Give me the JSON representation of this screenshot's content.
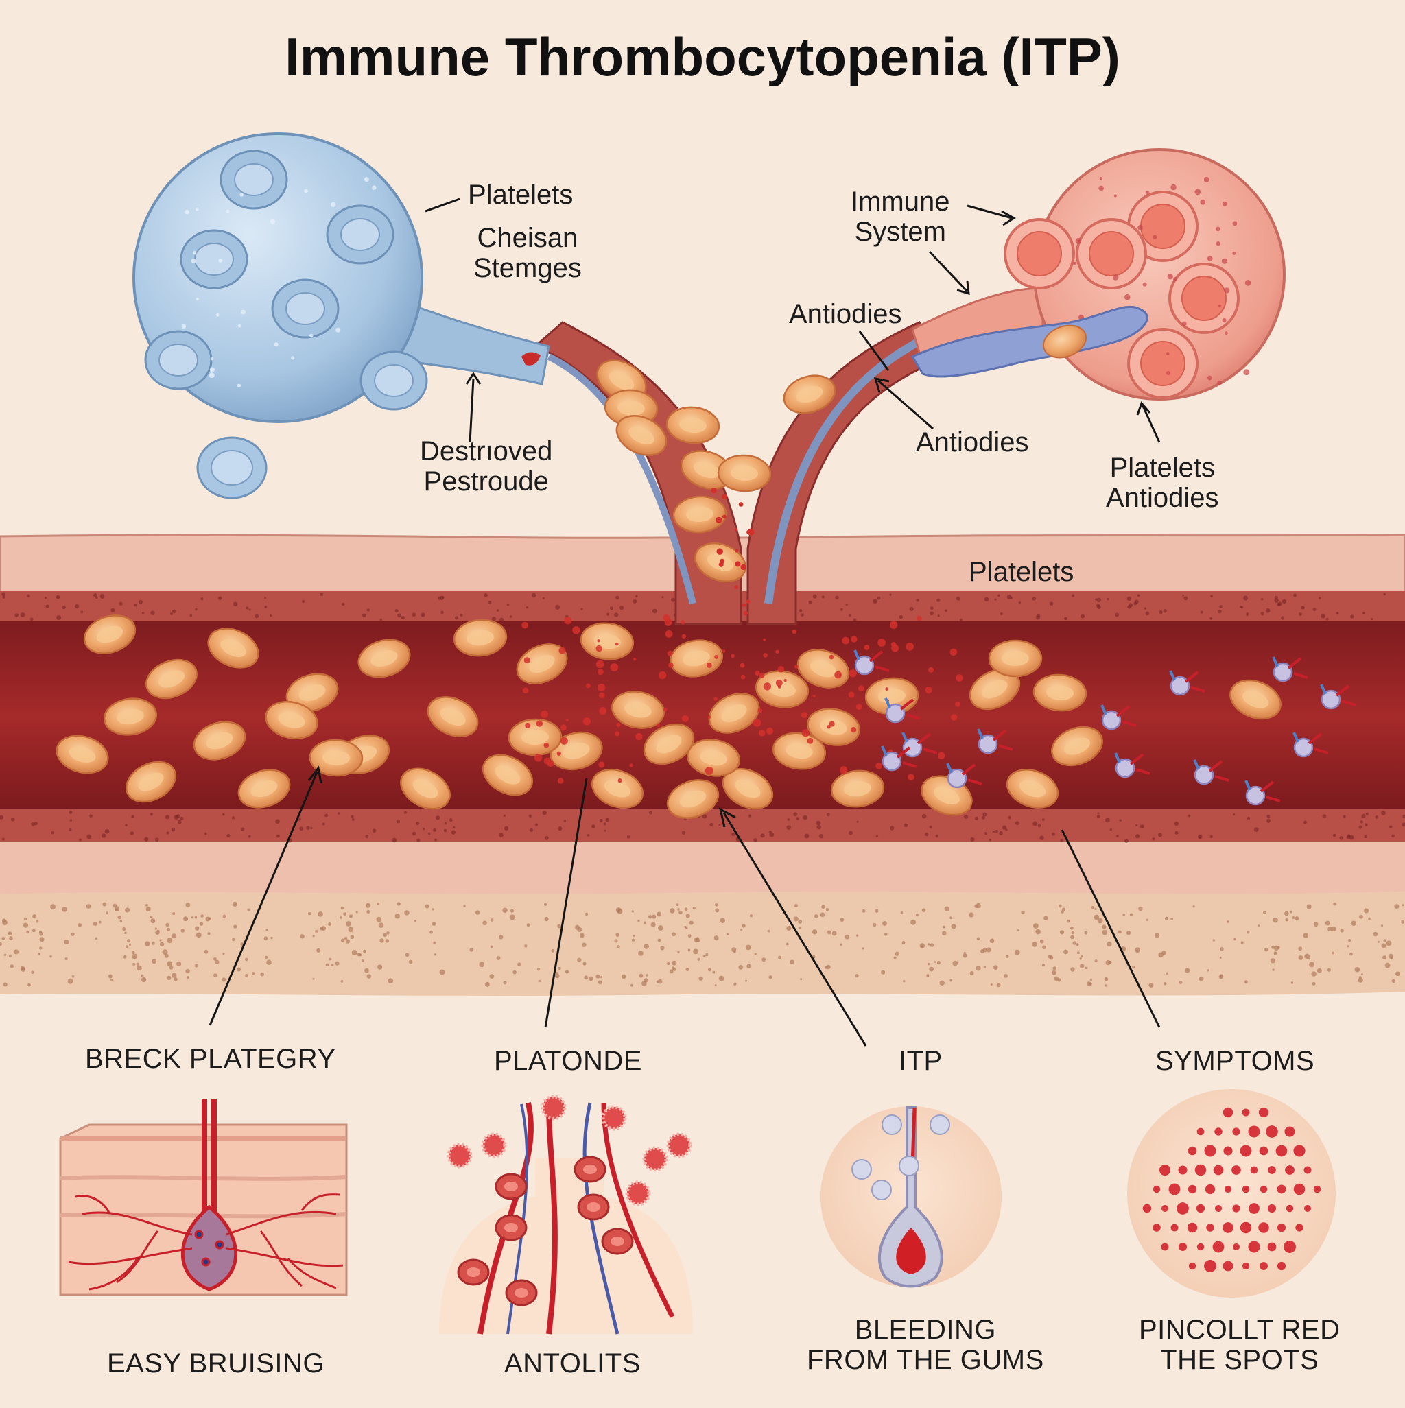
{
  "title": "Immune Thrombocytopenia (ITP)",
  "labels": {
    "platelets_top": "Platelets",
    "cheisan_stemges": [
      "Cheisan",
      "Stemges"
    ],
    "destroyed_pestroude": [
      "Destrıoved",
      "Pestroude"
    ],
    "immune_system": [
      "Immune",
      "System"
    ],
    "antiodies_upper": "Antiodies",
    "antiodies_lower": "Antiodies",
    "platelets_antiodies": [
      "Platelets",
      "Antiodies"
    ],
    "platelets_vessel": "Platelets"
  },
  "panels": [
    {
      "heading": "BRECK PLATEGRY",
      "caption": [
        "EASY BRUISING"
      ]
    },
    {
      "heading": "PLATONDE",
      "caption": [
        "ANTOLITS"
      ]
    },
    {
      "heading": "ITP",
      "caption": [
        "BLEEDING",
        "FROM THE GUMS"
      ]
    },
    {
      "heading": "SYMPTOMS",
      "caption": [
        "PINCOLLT RED",
        "THE SPOTS"
      ]
    }
  ],
  "colors": {
    "background": "#f7e9dc",
    "vessel_wall": "#b84a45",
    "blood": "#9b2424",
    "platelet": "#e9a066",
    "spleen_cell": "#9fc0de",
    "immune_cell": "#e98f82",
    "bruise_red": "#c8202a",
    "vein_blue": "#4a5aa8"
  }
}
